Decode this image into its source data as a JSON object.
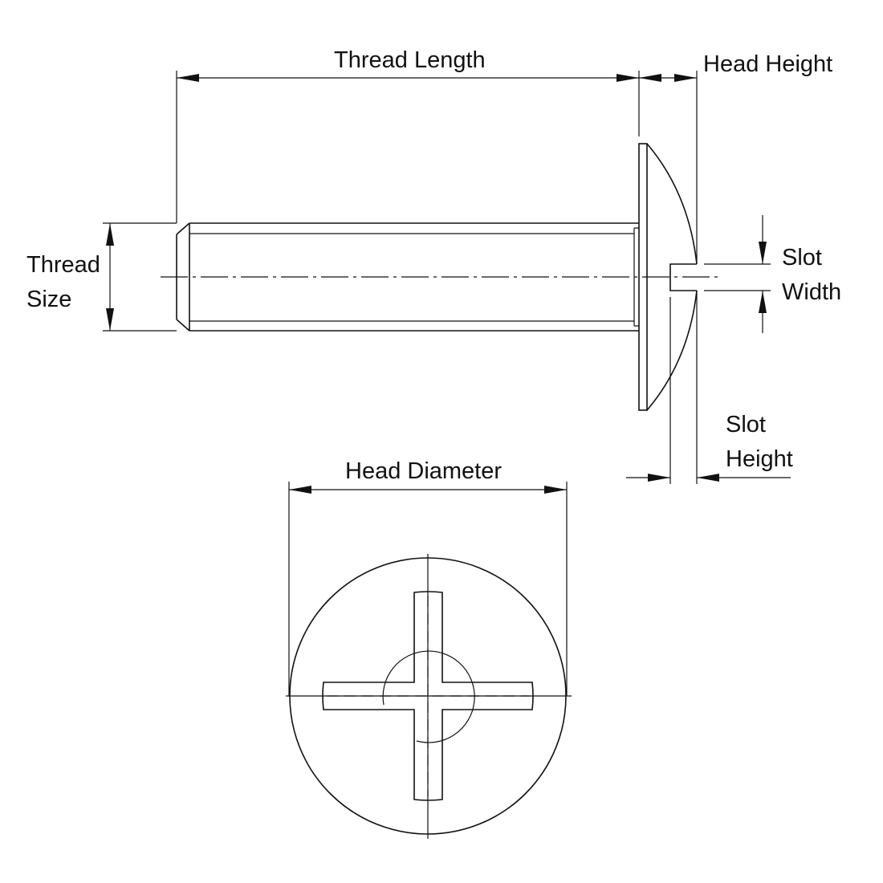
{
  "title": "Phillips Truss Head Machine Screw Dimensions",
  "labels": {
    "thread_length": "Thread Length",
    "head_height": "Head Height",
    "thread_size_line1": "Thread",
    "thread_size_line2": "Size",
    "slot_width_line1": "Slot",
    "slot_width_line2": "Width",
    "slot_height_line1": "Slot",
    "slot_height_line2": "Height",
    "head_diameter": "Head Diameter"
  },
  "colors": {
    "line": "#111111",
    "background": "#ffffff"
  }
}
